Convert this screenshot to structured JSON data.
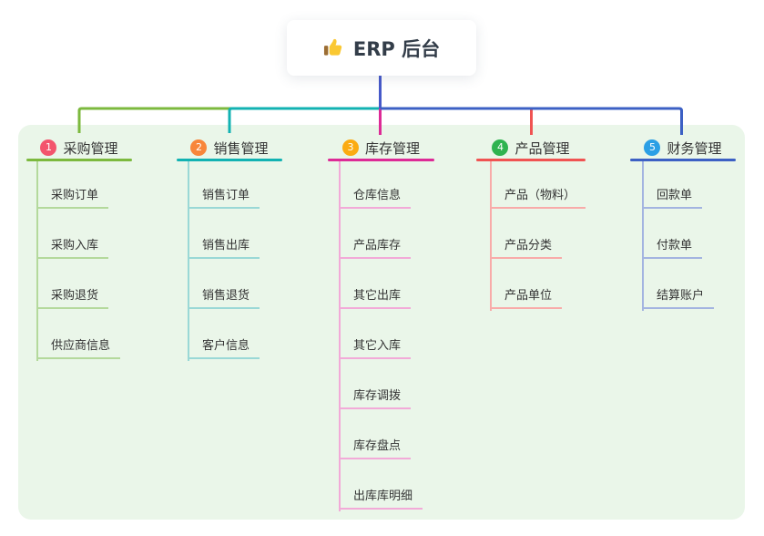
{
  "root": {
    "title": "ERP 后台",
    "icon": "thumbs-up-icon",
    "icon_color": "#fac832",
    "line_color": "#4659c9"
  },
  "canvas": {
    "background": "#ffffff",
    "panel_background": "#eaf6e9",
    "text_color": "#333333"
  },
  "branches": [
    {
      "badge": "1",
      "badge_color": "#f3556d",
      "title": "采购管理",
      "line_color": "#7cb93e",
      "line_light": "#b4d99c",
      "children": [
        "采购订单",
        "采购入库",
        "采购退货",
        "供应商信息"
      ]
    },
    {
      "badge": "2",
      "badge_color": "#f8863b",
      "title": "销售管理",
      "line_color": "#12b2b2",
      "line_light": "#9ad8d6",
      "children": [
        "销售订单",
        "销售出库",
        "销售退货",
        "客户信息"
      ]
    },
    {
      "badge": "3",
      "badge_color": "#fbab13",
      "title": "库存管理",
      "line_color": "#dd2a96",
      "line_light": "#f2aad8",
      "children": [
        "仓库信息",
        "产品库存",
        "其它出库",
        "其它入库",
        "库存调拨",
        "库存盘点",
        "出库库明细"
      ]
    },
    {
      "badge": "4",
      "badge_color": "#2fb350",
      "title": "产品管理",
      "line_color": "#f05352",
      "line_light": "#f8aba9",
      "children": [
        "产品（物料）",
        "产品分类",
        "产品单位"
      ]
    },
    {
      "badge": "5",
      "badge_color": "#2b9fe5",
      "title": "财务管理",
      "line_color": "#3c60c4",
      "line_light": "#a3b4e0",
      "children": [
        "回款单",
        "付款单",
        "结算账户"
      ]
    }
  ]
}
